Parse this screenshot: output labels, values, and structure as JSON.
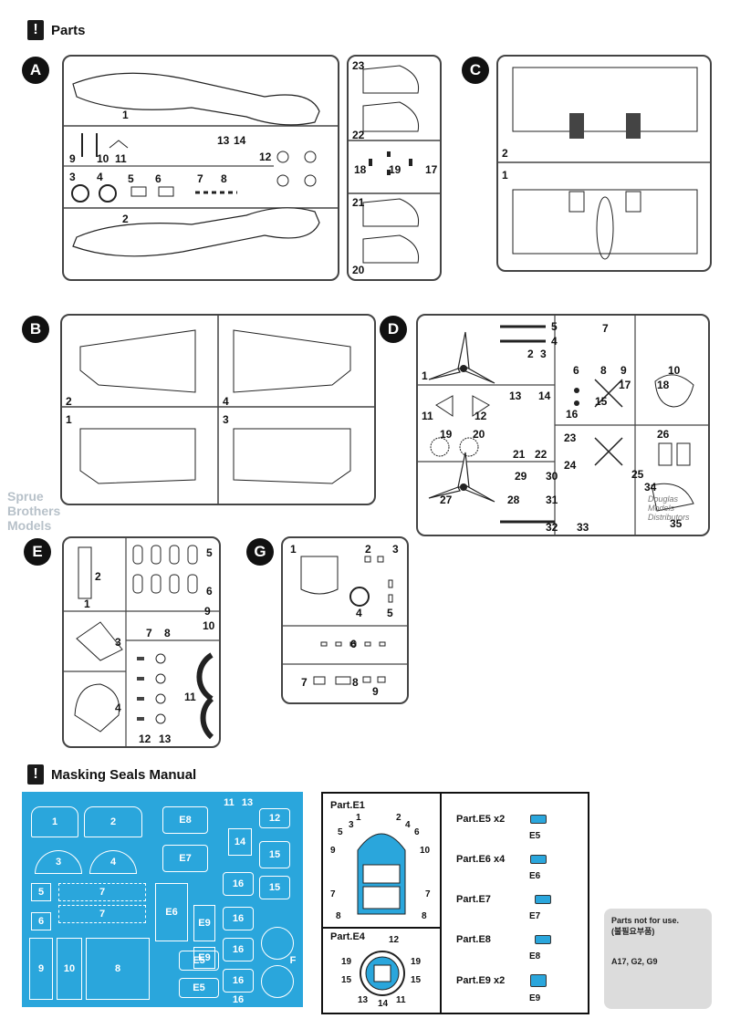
{
  "parts_header": "Parts",
  "masking_header": "Masking Seals Manual",
  "sprues": {
    "A": {
      "letter": "A",
      "labels": [
        "1",
        "2",
        "3",
        "4",
        "5",
        "6",
        "7",
        "8",
        "9",
        "10",
        "11",
        "12",
        "13",
        "14",
        "17",
        "18",
        "19",
        "20",
        "21",
        "22",
        "23"
      ]
    },
    "B": {
      "letter": "B",
      "labels": [
        "1",
        "2",
        "3",
        "4"
      ]
    },
    "C": {
      "letter": "C",
      "labels": [
        "1",
        "2"
      ]
    },
    "D": {
      "letter": "D",
      "labels": [
        "1",
        "2",
        "3",
        "4",
        "5",
        "6",
        "7",
        "8",
        "9",
        "10",
        "11",
        "12",
        "13",
        "14",
        "15",
        "16",
        "17",
        "18",
        "19",
        "20",
        "21",
        "22",
        "23",
        "24",
        "25",
        "26",
        "27",
        "28",
        "29",
        "30",
        "31",
        "32",
        "33",
        "34",
        "35"
      ]
    },
    "E": {
      "letter": "E",
      "labels": [
        "1",
        "2",
        "3",
        "4",
        "5",
        "6",
        "7",
        "8",
        "9",
        "10",
        "11",
        "12",
        "13"
      ]
    },
    "G": {
      "letter": "G",
      "labels": [
        "1",
        "2",
        "3",
        "4",
        "5",
        "6",
        "7",
        "8",
        "9"
      ]
    }
  },
  "mask_labels": [
    "1",
    "2",
    "3",
    "4",
    "5",
    "6",
    "7",
    "7",
    "8",
    "9",
    "10",
    "11",
    "13",
    "14",
    "12",
    "E8",
    "E7",
    "15",
    "16",
    "15",
    "E6",
    "E9",
    "16",
    "E9",
    "16",
    "E5",
    "16",
    "E5",
    "16",
    "F"
  ],
  "manual": {
    "e1_title": "Part.E1",
    "e4_title": "Part.E4",
    "e1_labels": [
      "1",
      "2",
      "3",
      "4",
      "5",
      "6",
      "9",
      "10",
      "7",
      "7",
      "8",
      "8"
    ],
    "e4_labels": [
      "12",
      "19",
      "19",
      "15",
      "15",
      "13",
      "14",
      "11"
    ],
    "rows": [
      {
        "title": "Part.E5",
        "qty": "x2",
        "label": "E5"
      },
      {
        "title": "Part.E6",
        "qty": "x4",
        "label": "E6"
      },
      {
        "title": "Part.E7",
        "qty": "",
        "label": "E7"
      },
      {
        "title": "Part.E8",
        "qty": "",
        "label": "E8"
      },
      {
        "title": "Part.E9",
        "qty": "x2",
        "label": "E9"
      }
    ]
  },
  "not_for_use": {
    "title": "Parts not for use.",
    "subtitle": "(불필요부품)",
    "list": "A17, G2, G9"
  },
  "watermark": [
    "Sprue",
    "Brothers",
    "Models"
  ],
  "watermark_d": [
    "Douglas",
    "Models",
    "Distributors"
  ],
  "colors": {
    "mask_blue": "#2aa6dc",
    "ink": "#111111"
  }
}
